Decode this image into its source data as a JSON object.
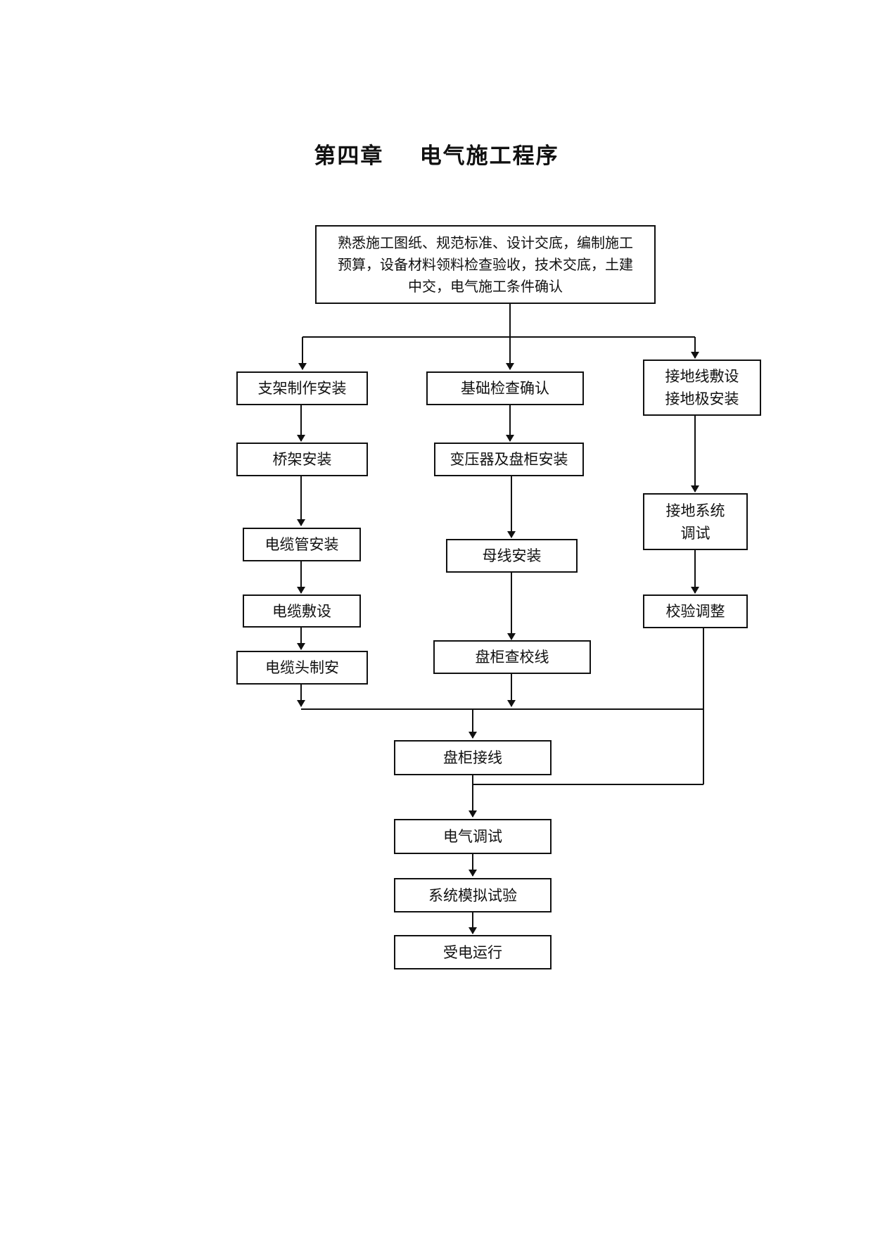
{
  "document": {
    "title": "第四章    电气施工程序"
  },
  "flowchart": {
    "start": {
      "line1": "熟悉施工图纸、规范标准、设计交底，编制施工",
      "line2": "预算，设备材料领料检查验收，技术交底，土建",
      "line3": "中交，电气施工条件确认"
    },
    "left": {
      "step1": "支架制作安装",
      "step2": "桥架安装",
      "step3": "电缆管安装",
      "step4": "电缆敷设",
      "step5": "电缆头制安"
    },
    "middle": {
      "step1": "基础检查确认",
      "step2": "变压器及盘柜安装",
      "step3": "母线安装",
      "step4": "盘柜查校线"
    },
    "right": {
      "step1_line1": "接地线敷设",
      "step1_line2": "接地极安装",
      "step2_line1": "接地系统",
      "step2_line2": "调试",
      "step3": "校验调整"
    },
    "final": {
      "step1": "盘柜接线",
      "step2": "电气调试",
      "step3": "系统模拟试验",
      "step4": "受电运行"
    }
  }
}
